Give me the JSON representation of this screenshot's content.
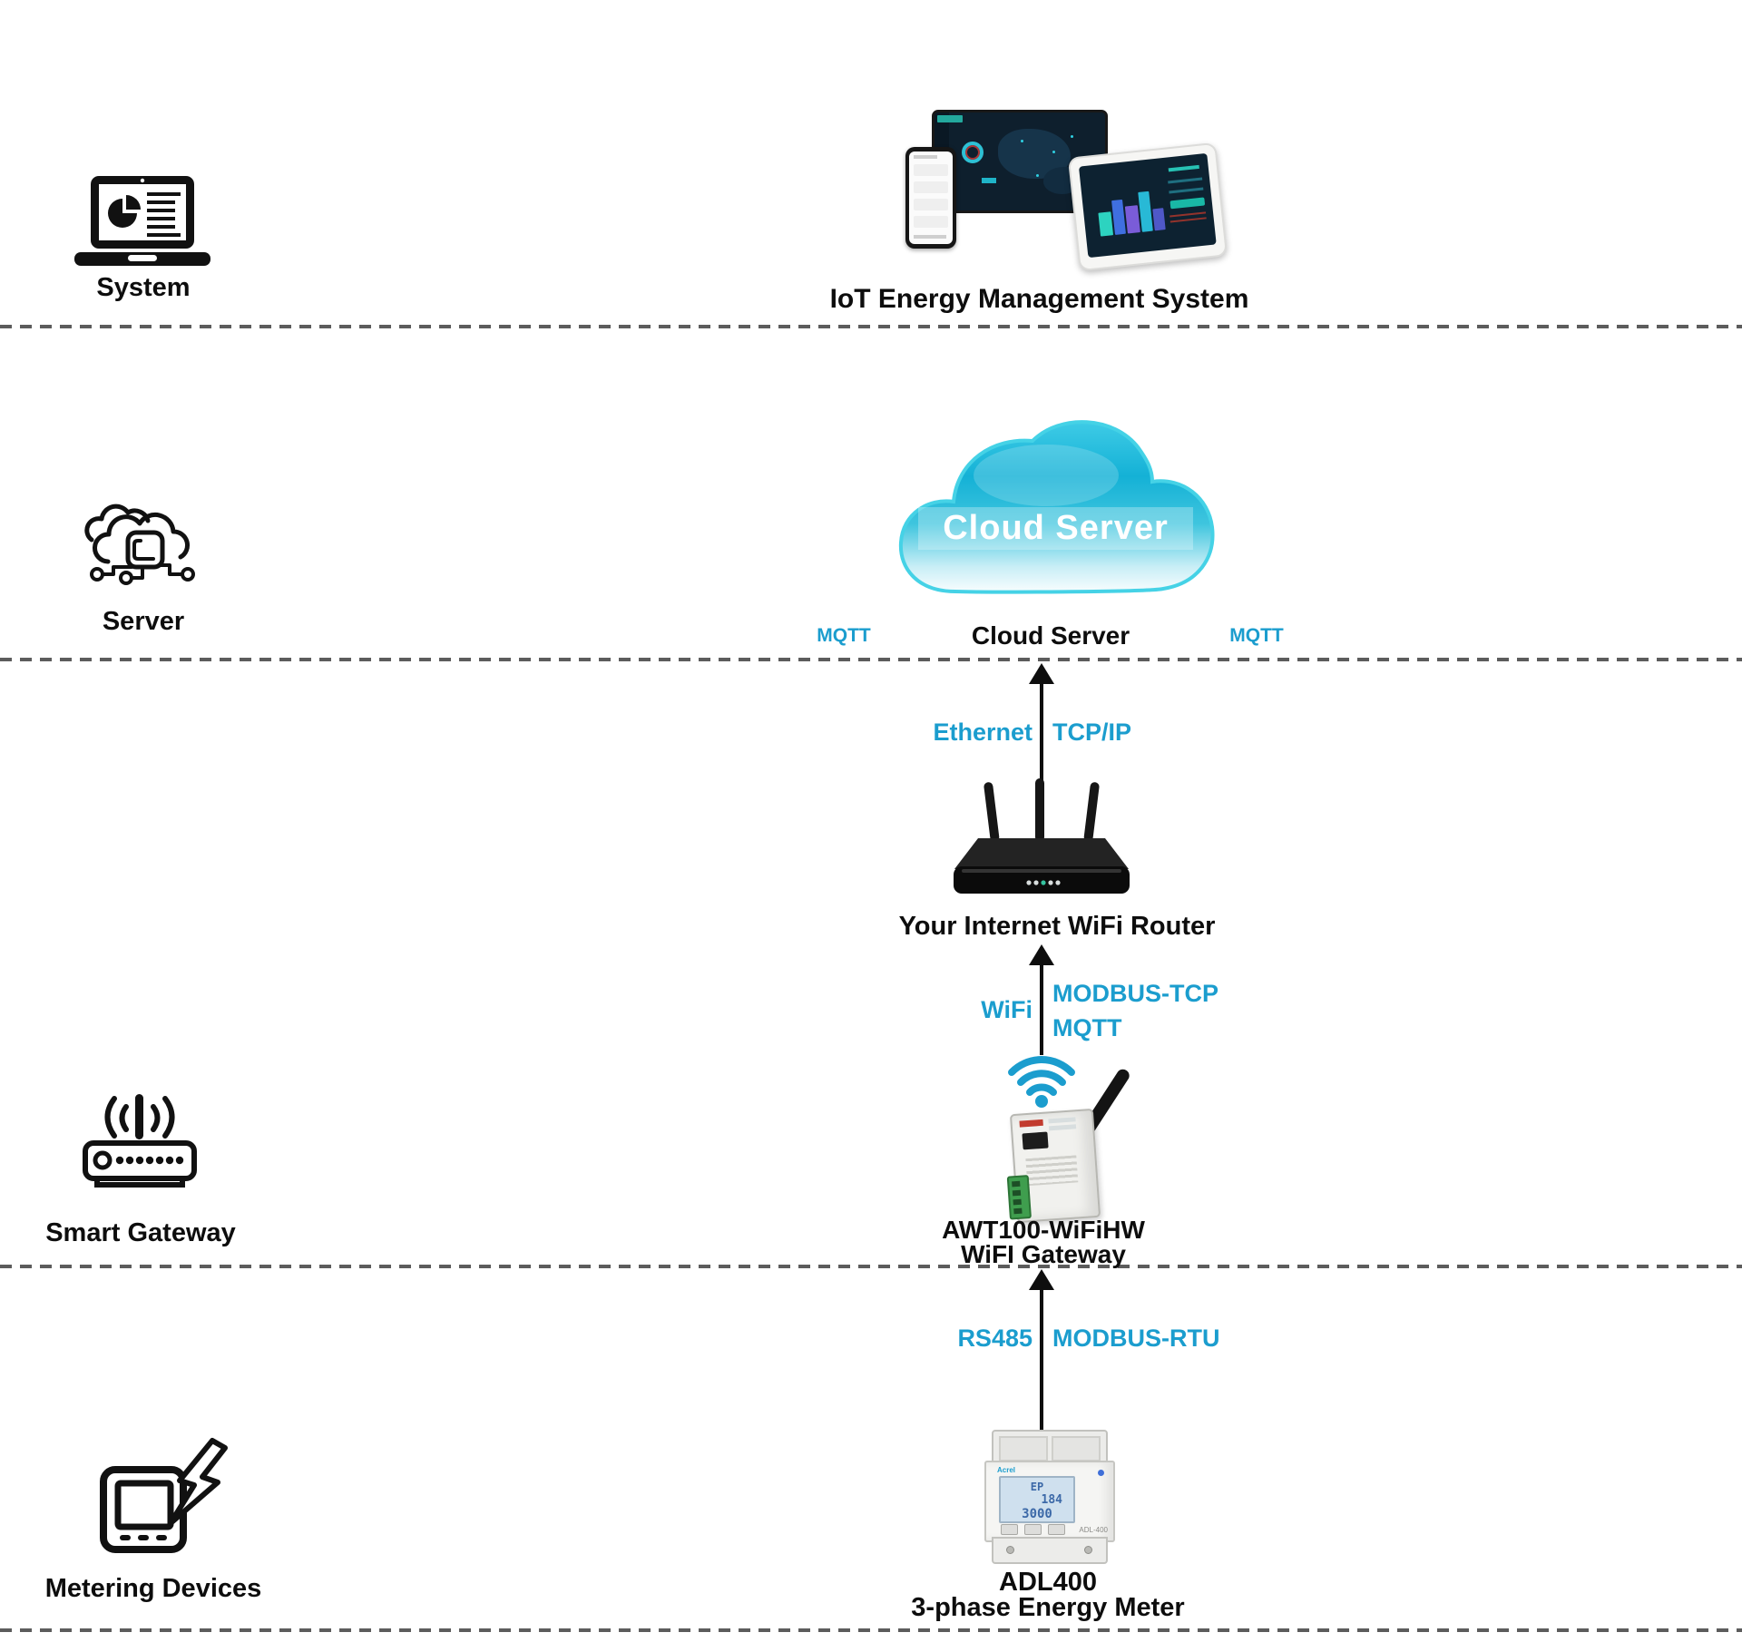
{
  "colors": {
    "accent": "#1b9dce",
    "cloud_teal": "#14b1d6",
    "ink": "#0d0d0d"
  },
  "system": {
    "icon_label": "System",
    "title": "IoT Energy Management System"
  },
  "server": {
    "icon_label": "Server",
    "cloud_text": "Cloud Server",
    "caption": "Cloud Server",
    "mqtt_left": "MQTT",
    "mqtt_right": "MQTT"
  },
  "router": {
    "label": "Your Internet WiFi Router",
    "link_left": "Ethernet",
    "link_right": "TCP/IP"
  },
  "gateway": {
    "icon_label": "Smart Gateway",
    "link_left": "WiFi",
    "link_right_top": "MODBUS-TCP",
    "link_right_bottom": "MQTT",
    "name_line1": "AWT100-WiFiHW",
    "name_line2": "WiFI Gateway"
  },
  "meter": {
    "icon_label": "Metering Devices",
    "link_left": "RS485",
    "link_right": "MODBUS-RTU",
    "name_line1": "ADL400",
    "name_line2": "3-phase Energy Meter",
    "brand": "Acrel",
    "device_label": "ADL-400",
    "lcd": {
      "line1": "EP",
      "line2": "184",
      "line3": "3000"
    }
  }
}
